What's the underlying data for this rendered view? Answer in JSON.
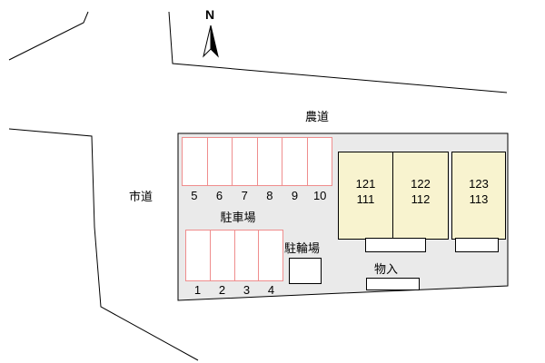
{
  "compass": {
    "label": "N"
  },
  "roads": {
    "farm_road": "農道",
    "city_road": "市道"
  },
  "parking": {
    "area_label": "駐車場",
    "top_row_numbers": [
      "5",
      "6",
      "7",
      "8",
      "9",
      "10"
    ],
    "bottom_row_numbers": [
      "1",
      "2",
      "3",
      "4"
    ]
  },
  "bicycle": {
    "label": "駐輪場"
  },
  "storage": {
    "label": "物入"
  },
  "buildings": [
    {
      "upper": "121",
      "lower": "111"
    },
    {
      "upper": "122",
      "lower": "112"
    },
    {
      "upper": "123",
      "lower": "113"
    }
  ],
  "colors": {
    "plot_fill": "#eaeaea",
    "stall_border": "#ef8d8d",
    "building_fill": "#f8f3cf",
    "line": "#000000"
  }
}
